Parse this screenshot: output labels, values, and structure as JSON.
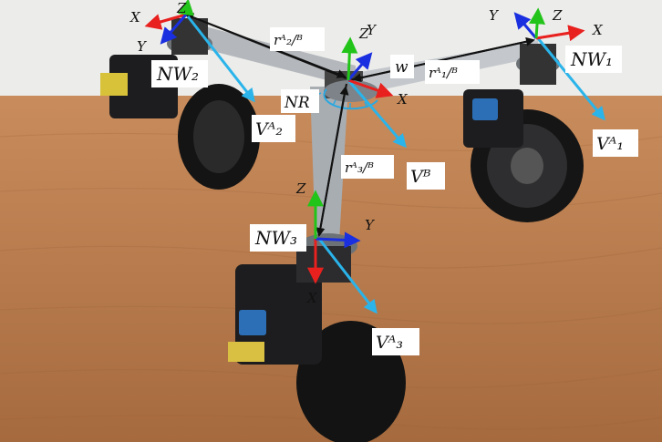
{
  "labels": {
    "nw1": "NW₁",
    "nw2": "NW₂",
    "nw3": "NW₃",
    "va1": "Vᴬ₁",
    "va2": "Vᴬ₂",
    "va3": "Vᴬ₃",
    "vb": "Vᴮ",
    "r_a1b": "rᴬ₁/ᴮ",
    "r_a2b": "rᴬ₂/ᴮ",
    "r_a3b": "rᴬ₃/ᴮ",
    "w": "w",
    "nr": "NR"
  },
  "axis_letters": {
    "x": "X",
    "y": "Y",
    "z": "Z"
  },
  "colors": {
    "x_axis": "#e8201e",
    "y_axis": "#1a2fe0",
    "z_axis": "#22c41a",
    "r_vector": "#111111",
    "velocity": "#2ab4ea",
    "rotation": "#2aa8e0",
    "table": "#b77a4c",
    "wall": "#ececea"
  }
}
